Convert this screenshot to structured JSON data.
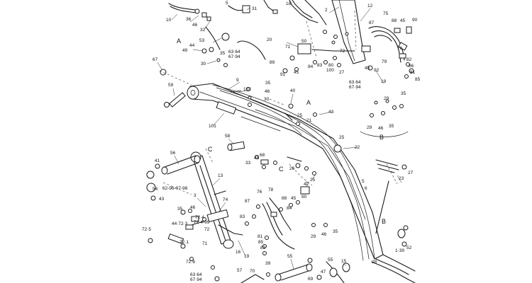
{
  "labels": {
    "l5": "5",
    "l31": "31",
    "l18": "18",
    "l2": "2",
    "l12": "12",
    "l10": "10",
    "l36": "36",
    "l46a": "46",
    "l32": "32",
    "l75": "75",
    "l87": "87",
    "l88": "88",
    "l45a": "45",
    "l90": "90",
    "l20": "20",
    "l53": "53",
    "l44": "44",
    "l49": "49",
    "lA1": "A",
    "l35a": "35",
    "l6364a": "63·64",
    "l6794a": "67·94",
    "l30a": "30",
    "l67": "67",
    "l50": "50",
    "l71": "71",
    "l72a": "72",
    "l89": "89",
    "l91": "91",
    "l45b": "45",
    "l84": "84",
    "l83a": "83",
    "l80": "80",
    "l100": "100",
    "l27a": "27",
    "l6364b": "63·64",
    "l6794b": "67·94",
    "l19a": "19",
    "l45c": "45",
    "l92": "92",
    "l79": "79",
    "l81a": "81",
    "l86": "86",
    "l85a": "85",
    "l82a": "82",
    "l76a": "76",
    "l59": "59",
    "l9": "9",
    "l102": "102",
    "l35b": "35",
    "l46b": "46",
    "l30b": "30",
    "l40": "40",
    "lA2": "A",
    "l29a": "29",
    "l35c": "35",
    "l25a": "25",
    "l43": "43",
    "l21": "21",
    "l101": "101",
    "l29b": "29",
    "l46c": "46",
    "l35d": "35",
    "lB1": "B",
    "l58": "58",
    "l56": "56",
    "lC1": "C",
    "l41": "41",
    "l68": "68",
    "l45d": "45",
    "l33": "33",
    "l25b": "25",
    "l22": "22",
    "lC2": "C",
    "l42": "42",
    "l26": "26",
    "l54": "54",
    "l628": "62-96-97-98",
    "l43b": "43",
    "l13": "13",
    "l78": "78",
    "l76b": "76",
    "l27b": "27",
    "l23": "23",
    "l25c": "25",
    "l5b": "5",
    "l6": "6",
    "l3": "3",
    "l74": "74",
    "l87b": "87",
    "l88b": "88",
    "l45e": "45",
    "l90b": "90",
    "l35e": "35",
    "l46d": "46",
    "l83b": "83",
    "l4499": "72·4-99",
    "l724": "72·4",
    "l443": "44·72·3",
    "l725": "72·5",
    "l72b": "72",
    "l721": "72·1",
    "l71b": "71",
    "l84b": "84",
    "l81b": "81",
    "l85b": "85",
    "l82b": "82",
    "l16": "16",
    "l19b": "19",
    "l29c": "29",
    "l46e": "46",
    "l35f": "35",
    "lB2": "B",
    "l28": "28",
    "l139": "1·39",
    "l52": "52",
    "l726": "72·6",
    "l6364c": "63·64",
    "l6794c": "67·94",
    "l57": "57",
    "l70": "70",
    "l39": "39",
    "l55": "55",
    "l69": "69",
    "l47": "47",
    "l15": "15",
    "l55b": "55"
  }
}
